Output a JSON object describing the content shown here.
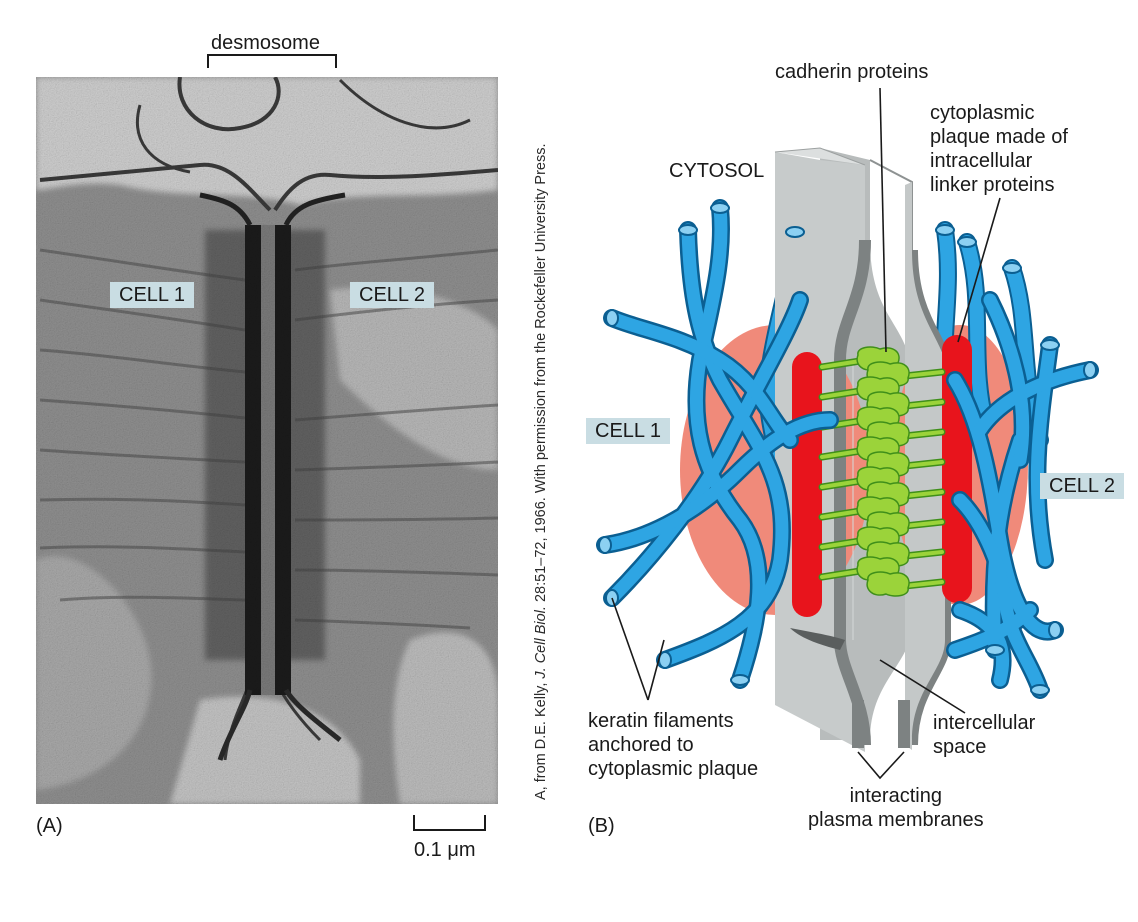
{
  "panel_a": {
    "panel_label": "(A)",
    "desmosome_label": "desmosome",
    "cell1_label": "CELL 1",
    "cell2_label": "CELL 2",
    "scale_label": "0.1 μm",
    "credit": {
      "prefix": "A, from D.E. Kelly, ",
      "journal": "J. Cell Biol.",
      "suffix": " 28:51–72, 1966. With permission from the Rockefeller University Press."
    }
  },
  "panel_b": {
    "panel_label": "(B)",
    "cadherin_label": "cadherin proteins",
    "plaque_label": [
      "cytoplasmic",
      "plaque made of",
      "intracellular",
      "linker proteins"
    ],
    "cytosol_label": "CYTOSOL",
    "cell1_label": "CELL 1",
    "cell2_label": "CELL 2",
    "keratin_label": [
      "keratin filaments",
      "anchored to",
      "cytoplasmic plaque"
    ],
    "intercellular_label": [
      "intercellular",
      "space"
    ],
    "membranes_label": [
      "interacting",
      "plasma membranes"
    ]
  },
  "colors": {
    "keratin_blue": "#1f8fcc",
    "plaque_red": "#e8141c",
    "plaque_halo": "#f08a7a",
    "cadherin_green": "#9bd33a",
    "membrane_gray": "#c7cbcb",
    "cell_tag_bg": "#c9dde3"
  }
}
